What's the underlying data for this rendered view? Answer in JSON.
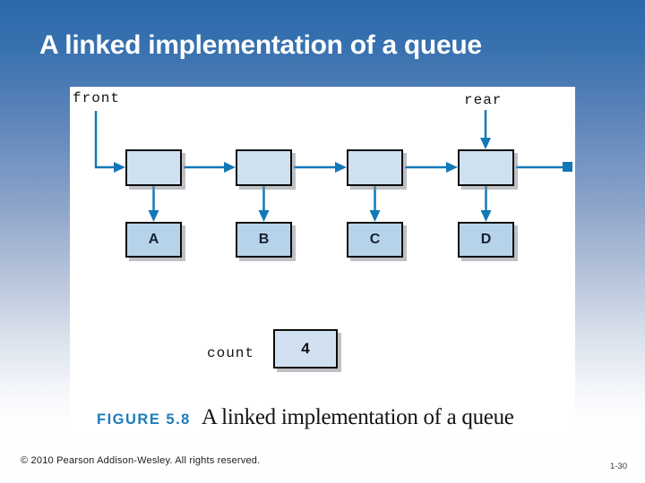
{
  "slide": {
    "title": "A linked implementation of a queue",
    "footer": "© 2010 Pearson Addison-Wesley. All rights reserved.",
    "page_number": "1-30"
  },
  "figure": {
    "front_label": "front",
    "rear_label": "rear",
    "count_label": "count",
    "count_value": "4",
    "cells": [
      "A",
      "B",
      "C",
      "D"
    ],
    "caption_tag": "FIGURE 5.8",
    "caption_text": "A linked implementation of a queue"
  },
  "colors": {
    "arrow_blue": "#1278b8",
    "caption_blue": "#1d7cba",
    "node_fill": "#cfe0f0",
    "cell_fill": "#b7d3ea",
    "title_color": "#ffffff"
  }
}
